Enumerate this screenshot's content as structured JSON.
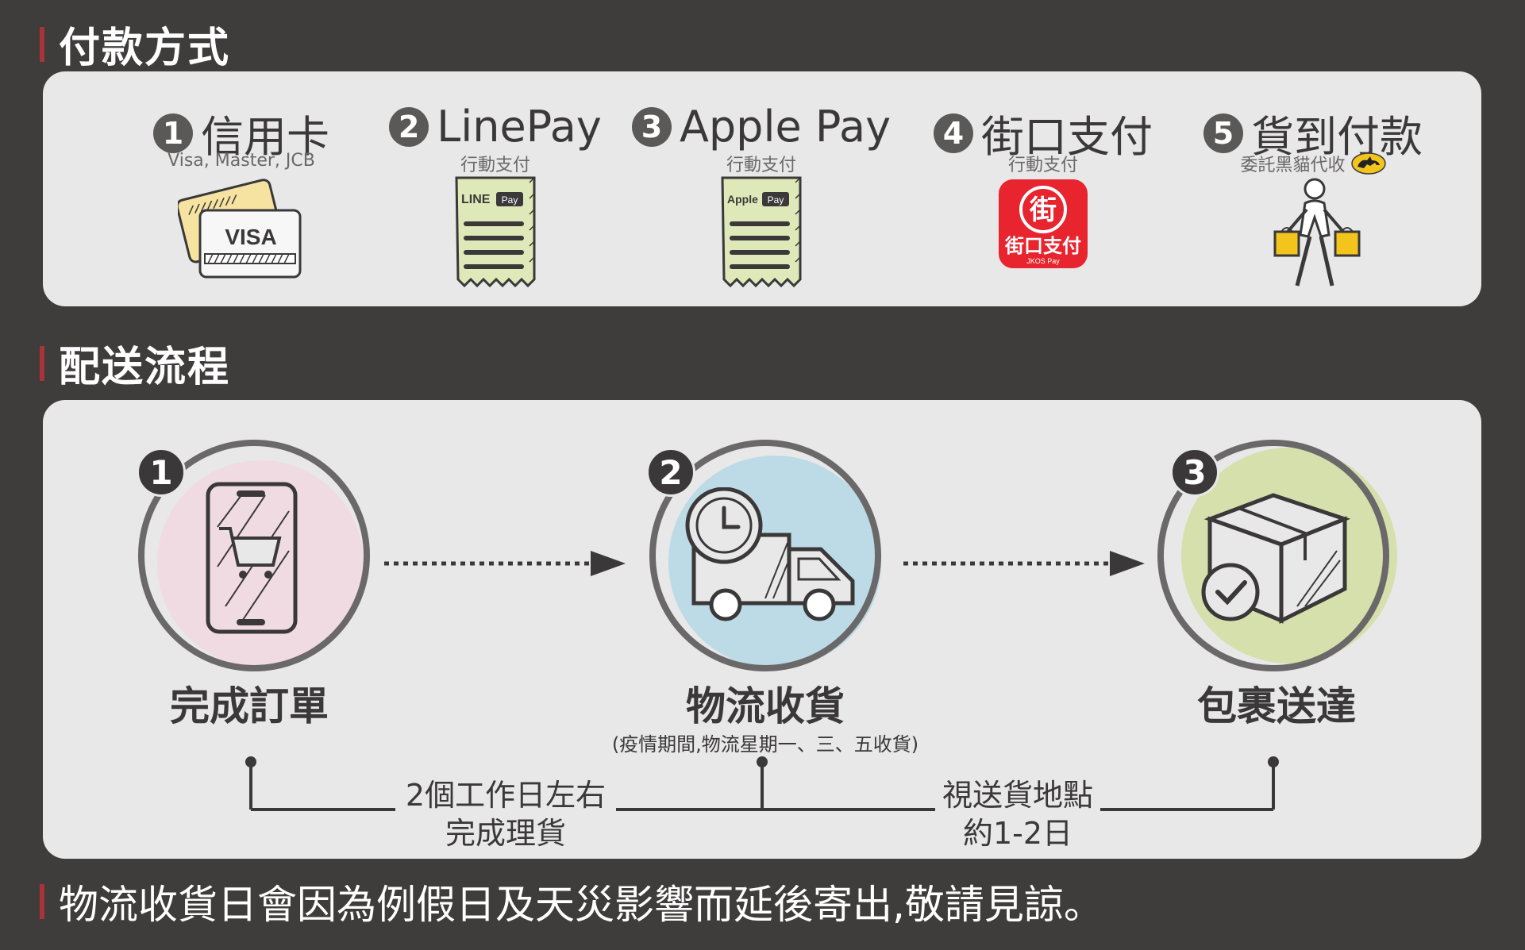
{
  "payment": {
    "title": "付款方式",
    "items": [
      {
        "num": "1",
        "name": "信用卡",
        "sub": "Visa, Master, JCB",
        "icon": "credit-card-icon",
        "card_label": "VISA"
      },
      {
        "num": "2",
        "name": "LinePay",
        "sub": "行動支付",
        "icon": "linepay-receipt-icon",
        "receipt_brand": "LINE",
        "receipt_tag": "Pay"
      },
      {
        "num": "3",
        "name": "Apple Pay",
        "sub": "行動支付",
        "icon": "applepay-receipt-icon",
        "receipt_brand": "Apple",
        "receipt_tag": "Pay"
      },
      {
        "num": "4",
        "name": "街口支付",
        "sub": "行動支付",
        "icon": "jkos-pay-logo-icon",
        "logo_main": "街口支付",
        "logo_sub": "JKOS Pay"
      },
      {
        "num": "5",
        "name": "貨到付款",
        "sub": "委託黑貓代收",
        "icon": "delivery-person-icon"
      }
    ]
  },
  "shipping": {
    "title": "配送流程",
    "steps": [
      {
        "num": "1",
        "label": "完成訂單",
        "icon": "phone-cart-icon",
        "color": "#f0dbe3"
      },
      {
        "num": "2",
        "label": "物流收貨",
        "note": "(疫情期間,物流星期一、三、五收貨)",
        "icon": "truck-clock-icon",
        "color": "#bcdbe6"
      },
      {
        "num": "3",
        "label": "包裹送達",
        "icon": "package-check-icon",
        "color": "#d5e0ad"
      }
    ],
    "timeline": [
      {
        "line1": "2個工作日左右",
        "line2": "完成理貨"
      },
      {
        "line1": "視送貨地點",
        "line2": "約1-2日"
      }
    ]
  },
  "footer": {
    "text": "物流收貨日會因為例假日及天災影響而延後寄出,敬請見諒。"
  },
  "colors": {
    "background": "#3f3c3c",
    "panel": "#e8e8e8",
    "accent": "#a8333a",
    "jkos_red": "#e8242e",
    "receipt_green": "#dfe8b8"
  }
}
